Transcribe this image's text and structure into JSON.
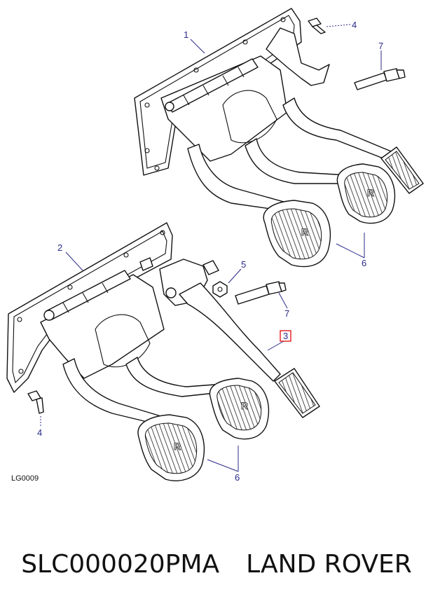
{
  "diagram": {
    "drawing_code": "LG0009",
    "callouts": [
      {
        "id": "c1",
        "label": "1"
      },
      {
        "id": "c2",
        "label": "2"
      },
      {
        "id": "c3",
        "label": "3",
        "highlighted": true,
        "highlight_color": "#e01b1b"
      },
      {
        "id": "c4a",
        "label": "4"
      },
      {
        "id": "c4b",
        "label": "4"
      },
      {
        "id": "c5",
        "label": "5"
      },
      {
        "id": "c6a",
        "label": "6"
      },
      {
        "id": "c6b",
        "label": "6"
      },
      {
        "id": "c7a",
        "label": "7"
      },
      {
        "id": "c7b",
        "label": "7"
      }
    ],
    "callout_color": "#2a2a8a"
  },
  "caption": {
    "part_number": "SLC000020PMA",
    "brand": "LAND ROVER"
  }
}
